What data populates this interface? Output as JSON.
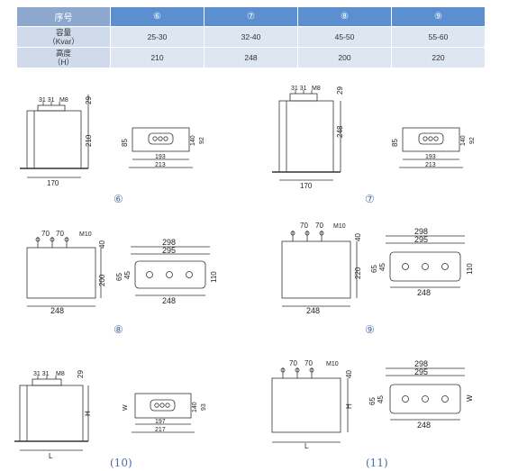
{
  "spec_table": {
    "header": [
      "序号",
      "⑥",
      "⑦",
      "⑧",
      "⑨"
    ],
    "capacity": {
      "label_line1": "容量",
      "label_line2": "（Kvar）",
      "values": [
        "25-30",
        "32-40",
        "45-50",
        "55-60"
      ]
    },
    "height": {
      "label_line1": "高度",
      "label_line2": "（H）",
      "values": [
        "210",
        "248",
        "200",
        "220"
      ]
    }
  },
  "figures": {
    "f6": {
      "label": "⑥",
      "top_dims": "31 31",
      "bolt": "M8",
      "cap": "29",
      "height": "210",
      "width": "170",
      "plan_left": "85",
      "plan_inner": "140",
      "plan_right": "92",
      "plan_w1": "193",
      "plan_w2": "213"
    },
    "f7": {
      "label": "⑦",
      "top_dims": "31 31",
      "bolt": "M8",
      "cap": "29",
      "height": "248",
      "width": "170",
      "plan_left": "85",
      "plan_inner": "140",
      "plan_right": "92",
      "plan_w1": "193",
      "plan_w2": "213"
    },
    "f8": {
      "label": "⑧",
      "top_a": "70",
      "top_b": "70",
      "bolt": "M10",
      "cap": "40",
      "height": "200",
      "width": "248",
      "plan_w1": "298",
      "plan_w2": "295",
      "plan_w3": "248",
      "plan_left1": "65",
      "plan_left2": "45",
      "plan_right": "110"
    },
    "f9": {
      "label": "⑨",
      "top_a": "70",
      "top_b": "70",
      "bolt": "M10",
      "cap": "40",
      "height": "220",
      "width": "248",
      "plan_w1": "298",
      "plan_w2": "295",
      "plan_w3": "248",
      "plan_left1": "65",
      "plan_left2": "45",
      "plan_right": "110"
    },
    "f10": {
      "label": "(10)",
      "top_dims": "31 31",
      "bolt": "M8",
      "cap": "29",
      "height": "H",
      "width": "L",
      "plan_left": "W",
      "plan_inner": "140",
      "plan_right": "93",
      "plan_w1": "197",
      "plan_w2": "217"
    },
    "f11": {
      "label": "(11)",
      "top_a": "70",
      "top_b": "70",
      "bolt": "M10",
      "cap": "40",
      "height": "H",
      "width": "L",
      "plan_w1": "298",
      "plan_w2": "295",
      "plan_w3": "248",
      "plan_left1": "65",
      "plan_left2": "45",
      "plan_right": "W"
    }
  }
}
